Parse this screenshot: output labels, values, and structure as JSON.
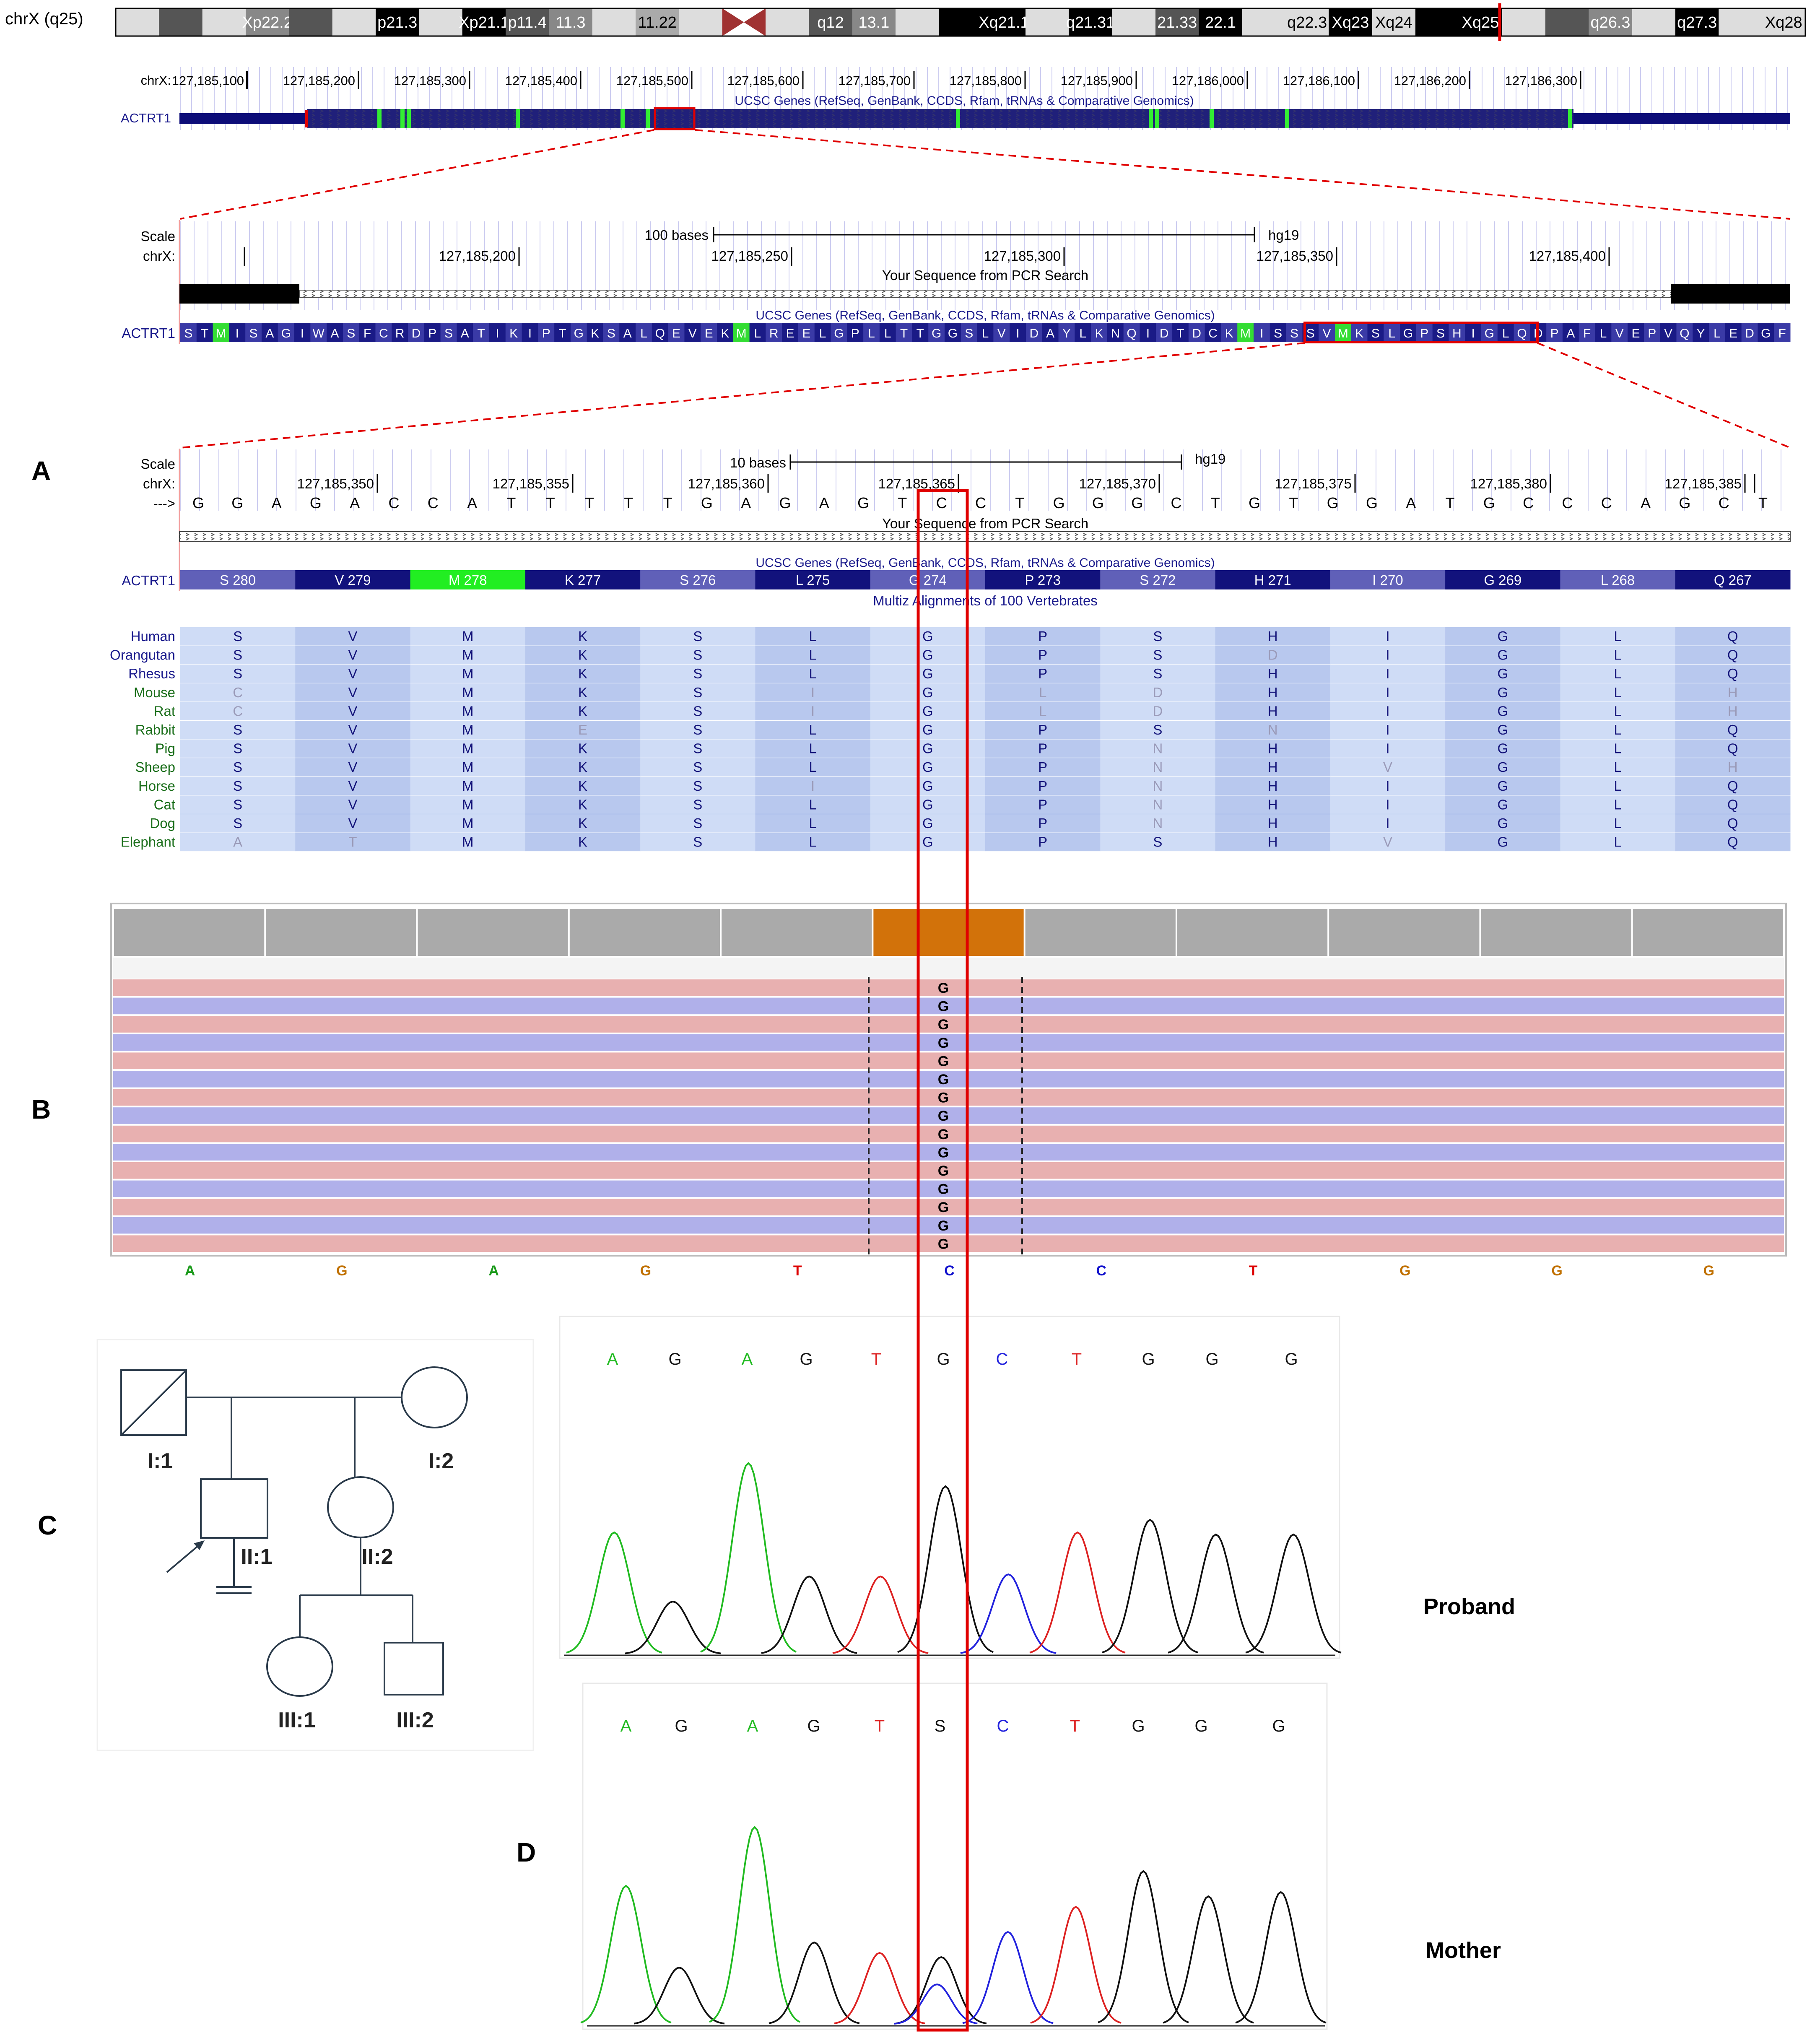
{
  "ideogram": {
    "label": "chrX (q25)",
    "bands": [
      {
        "t": "",
        "c": "#dddddd"
      },
      {
        "t": "",
        "c": "#555555"
      },
      {
        "t": "",
        "c": "#dddddd"
      },
      {
        "t": "Xp22.2",
        "c": "#888888"
      },
      {
        "t": "",
        "c": "#555555"
      },
      {
        "t": "",
        "c": "#dddddd"
      },
      {
        "t": "p21.3",
        "c": "#000000"
      },
      {
        "t": "",
        "c": "#dddddd"
      },
      {
        "t": "Xp21.1",
        "c": "#000000"
      },
      {
        "t": "p11.4",
        "c": "#555555"
      },
      {
        "t": "11.3",
        "c": "#888888"
      },
      {
        "t": "",
        "c": "#dddddd"
      },
      {
        "t": "11.22",
        "c": "#aaaaaa",
        "dark": true
      },
      {
        "t": "",
        "c": "#dddddd"
      },
      {
        "t": "CEN",
        "c": "#a03232"
      },
      {
        "t": "",
        "c": "#dddddd"
      },
      {
        "t": "q12",
        "c": "#555555"
      },
      {
        "t": "13.1",
        "c": "#888888"
      },
      {
        "t": "",
        "c": "#dddddd"
      },
      {
        "t": "",
        "c": "#000000"
      },
      {
        "t": "Xq21.1",
        "c": "#000000"
      },
      {
        "t": "",
        "c": "#dddddd"
      },
      {
        "t": "q21.31",
        "c": "#000000"
      },
      {
        "t": "",
        "c": "#dddddd"
      },
      {
        "t": "21.33",
        "c": "#555555"
      },
      {
        "t": "22.1",
        "c": "#000000"
      },
      {
        "t": "",
        "c": "#dddddd"
      },
      {
        "t": "q22.3",
        "c": "#dddddd",
        "dark": true
      },
      {
        "t": "Xq23",
        "c": "#000000"
      },
      {
        "t": "Xq24",
        "c": "#dddddd",
        "dark": true
      },
      {
        "t": "",
        "c": "#000000"
      },
      {
        "t": "Xq25",
        "c": "#000000"
      },
      {
        "t": "",
        "c": "#dddddd"
      },
      {
        "t": "",
        "c": "#555555"
      },
      {
        "t": "q26.3",
        "c": "#888888"
      },
      {
        "t": "",
        "c": "#dddddd"
      },
      {
        "t": "q27.3",
        "c": "#000000"
      },
      {
        "t": "",
        "c": "#dddddd"
      },
      {
        "t": "Xq28",
        "c": "#dddddd",
        "dark": true
      }
    ]
  },
  "panel_labels": {
    "a": "A",
    "b": "B",
    "c": "C",
    "d": "D"
  },
  "overview": {
    "chr_label": "chrX:",
    "ticks": [
      "127,185,100",
      "127,185,200",
      "127,185,300",
      "127,185,400",
      "127,185,500",
      "127,185,600",
      "127,185,700",
      "127,185,800",
      "127,185,900",
      "127,186,000",
      "127,186,100",
      "127,186,200",
      "127,186,300"
    ],
    "genes_title": "UCSC Genes (RefSeq, GenBank, CCDS, Rfam, tRNAs & Comparative Genomics)",
    "gene_name": "ACTRT1"
  },
  "zoom1": {
    "scale_label": "Scale",
    "scale_text": "100 bases",
    "assembly": "hg19",
    "chr_label": "chrX:",
    "ticks": [
      "127,185,200",
      "127,185,250",
      "127,185,300",
      "127,185,350",
      "127,185,400"
    ],
    "pcr_label": "Your Sequence from PCR Search",
    "genes_title": "UCSC Genes (RefSeq, GenBank, CCDS, Rfam, tRNAs & Comparative Genomics)",
    "gene_name": "ACTRT1",
    "aa_sequence": "STMISAGIWASFCRDPSATIKIPTGKSALQEVEKMLREELGPLLTTGGSLVIDAYLKNQIDTDCKMISSSVMKSLGPSHIGLQDPAFLVEPVQYLEDGF"
  },
  "zoom2": {
    "scale_label": "Scale",
    "scale_text": "10 bases",
    "assembly": "hg19",
    "chr_label": "chrX:",
    "ticks": [
      "127,185,350",
      "127,185,355",
      "127,185,360",
      "127,185,365",
      "127,185,370",
      "127,185,375",
      "127,185,380",
      "127,185,385"
    ],
    "arrow_label": "--->",
    "dna": [
      "G",
      "G",
      "A",
      "G",
      "A",
      "C",
      "C",
      "A",
      "T",
      "T",
      "T",
      "T",
      "T",
      "G",
      "A",
      "G",
      "A",
      "G",
      "T",
      "C",
      "C",
      "T",
      "G",
      "G",
      "G",
      "C",
      "T",
      "G",
      "T",
      "G",
      "G",
      "A",
      "T",
      "G",
      "C",
      "C",
      "C",
      "A",
      "G",
      "C",
      "T"
    ],
    "pcr_label": "Your Sequence from PCR Search",
    "genes_title": "UCSC Genes (RefSeq, GenBank, CCDS, Rfam, tRNAs & Comparative Genomics)",
    "gene_name": "ACTRT1",
    "aa": [
      "S 280",
      "V 279",
      "M 278",
      "K 277",
      "S 276",
      "L 275",
      "G 274",
      "P 273",
      "S 272",
      "H 271",
      "I 270",
      "G 269",
      "L 268",
      "Q 267"
    ],
    "multiz_title": "Multiz Alignments of 100 Vertebrates",
    "species": [
      {
        "name": "Human",
        "primate": true,
        "seq": "SVMKSLGPSHIGLQ",
        "dim": ""
      },
      {
        "name": "Orangutan",
        "primate": true,
        "seq": "SVMKSLGPSDIGLQ",
        "dim": "9"
      },
      {
        "name": "Rhesus",
        "primate": true,
        "seq": "SVMKSLGPSHIGLQ",
        "dim": ""
      },
      {
        "name": "Mouse",
        "primate": false,
        "seq": "CVMKSIGLDHIGLH",
        "dim": "0,5,7,8,13"
      },
      {
        "name": "Rat",
        "primate": false,
        "seq": "CVMKSIGLDHIGLH",
        "dim": "0,5,7,8,13"
      },
      {
        "name": "Rabbit",
        "primate": false,
        "seq": "SVMESLGPSNIGLQ",
        "dim": "3,9"
      },
      {
        "name": "Pig",
        "primate": false,
        "seq": "SVMKSLGPNHIGLQ",
        "dim": "8"
      },
      {
        "name": "Sheep",
        "primate": false,
        "seq": "SVMKSLGPNHVGLH",
        "dim": "8,10,13"
      },
      {
        "name": "Horse",
        "primate": false,
        "seq": "SVMKSIGPNHIGLQ",
        "dim": "5,8"
      },
      {
        "name": "Cat",
        "primate": false,
        "seq": "SVMKSLGPNHIGLQ",
        "dim": "8"
      },
      {
        "name": "Dog",
        "primate": false,
        "seq": "SVMKSLGPNHIGLQ",
        "dim": "8"
      },
      {
        "name": "Elephant",
        "primate": false,
        "seq": "ATMKSLGPSHVGLQ",
        "dim": "0,1,10"
      }
    ]
  },
  "igv": {
    "read_base": "G",
    "read_count": 15,
    "ref_bases": [
      "A",
      "G",
      "A",
      "G",
      "T",
      "C",
      "C",
      "T",
      "G",
      "G",
      "G"
    ]
  },
  "pedigree": {
    "labels": {
      "I1": "I:1",
      "I2": "I:2",
      "II1": "II:1",
      "II2": "II:2",
      "III1": "III:1",
      "III2": "III:2"
    }
  },
  "chromatograms": {
    "proband": {
      "label": "Proband",
      "bases": [
        "A",
        "G",
        "A",
        "G",
        "T",
        "G",
        "C",
        "T",
        "G",
        "G",
        "G"
      ]
    },
    "mother": {
      "label": "Mother",
      "bases": [
        "A",
        "G",
        "A",
        "G",
        "T",
        "S",
        "C",
        "T",
        "G",
        "G",
        "G"
      ]
    }
  }
}
